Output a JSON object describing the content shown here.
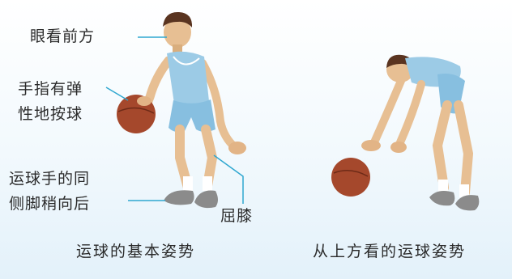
{
  "left_figure": {
    "labels": {
      "eyes": "眼看前方",
      "fingers_line1": "手指有弹",
      "fingers_line2": "性地按球",
      "foot_line1": "运球手的同",
      "foot_line2": "侧脚稍向后",
      "knees": "屈膝"
    },
    "caption": "运球的基本姿势"
  },
  "right_figure": {
    "caption": "从上方看的运球姿势"
  },
  "colors": {
    "callout_line": "#2fa7d0",
    "jersey": "#9ccbe6",
    "skin": "#e7bf93",
    "ball": "#a5482c",
    "shoes": "#8b8b8b"
  }
}
